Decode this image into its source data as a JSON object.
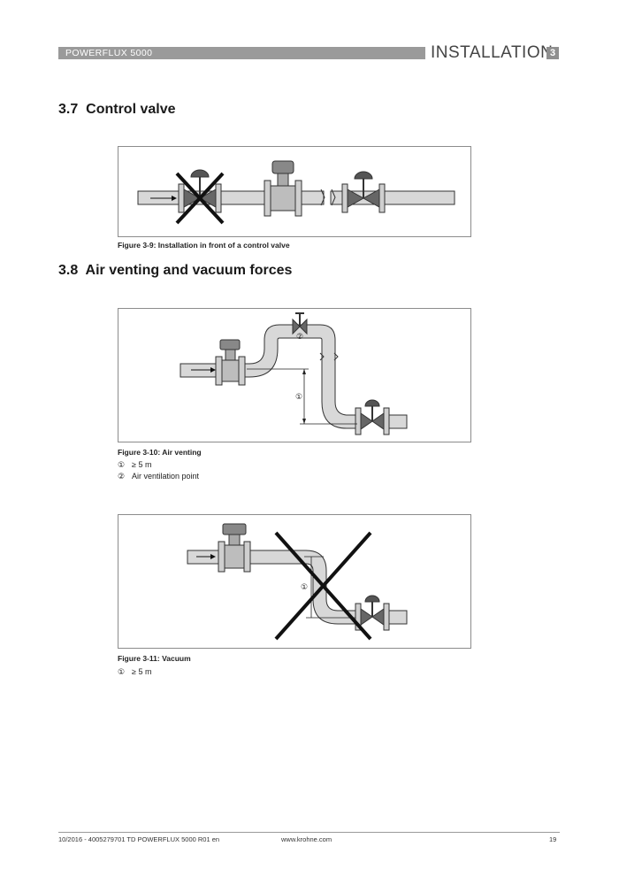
{
  "header": {
    "product": "POWERFLUX 5000",
    "section": "INSTALLATION",
    "chapter": "3"
  },
  "sections": [
    {
      "number": "3.7",
      "title": "Control valve"
    },
    {
      "number": "3.8",
      "title": "Air venting and vacuum forces"
    }
  ],
  "figures": [
    {
      "caption": "Figure 3-9: Installation in front of a control valve",
      "legend": []
    },
    {
      "caption": "Figure 3-10: Air venting",
      "callouts": [
        "①",
        "②"
      ],
      "legend": [
        {
          "num": "①",
          "text": "≥ 5 m"
        },
        {
          "num": "②",
          "text": "Air ventilation point"
        }
      ]
    },
    {
      "caption": "Figure 3-11: Vacuum",
      "callouts": [
        "①"
      ],
      "legend": [
        {
          "num": "①",
          "text": "≥ 5 m"
        }
      ]
    }
  ],
  "footer": {
    "doc_ref": "10/2016 - 4005279701 TD POWERFLUX 5000 R01 en",
    "website": "www.krohne.com",
    "page": "19"
  }
}
